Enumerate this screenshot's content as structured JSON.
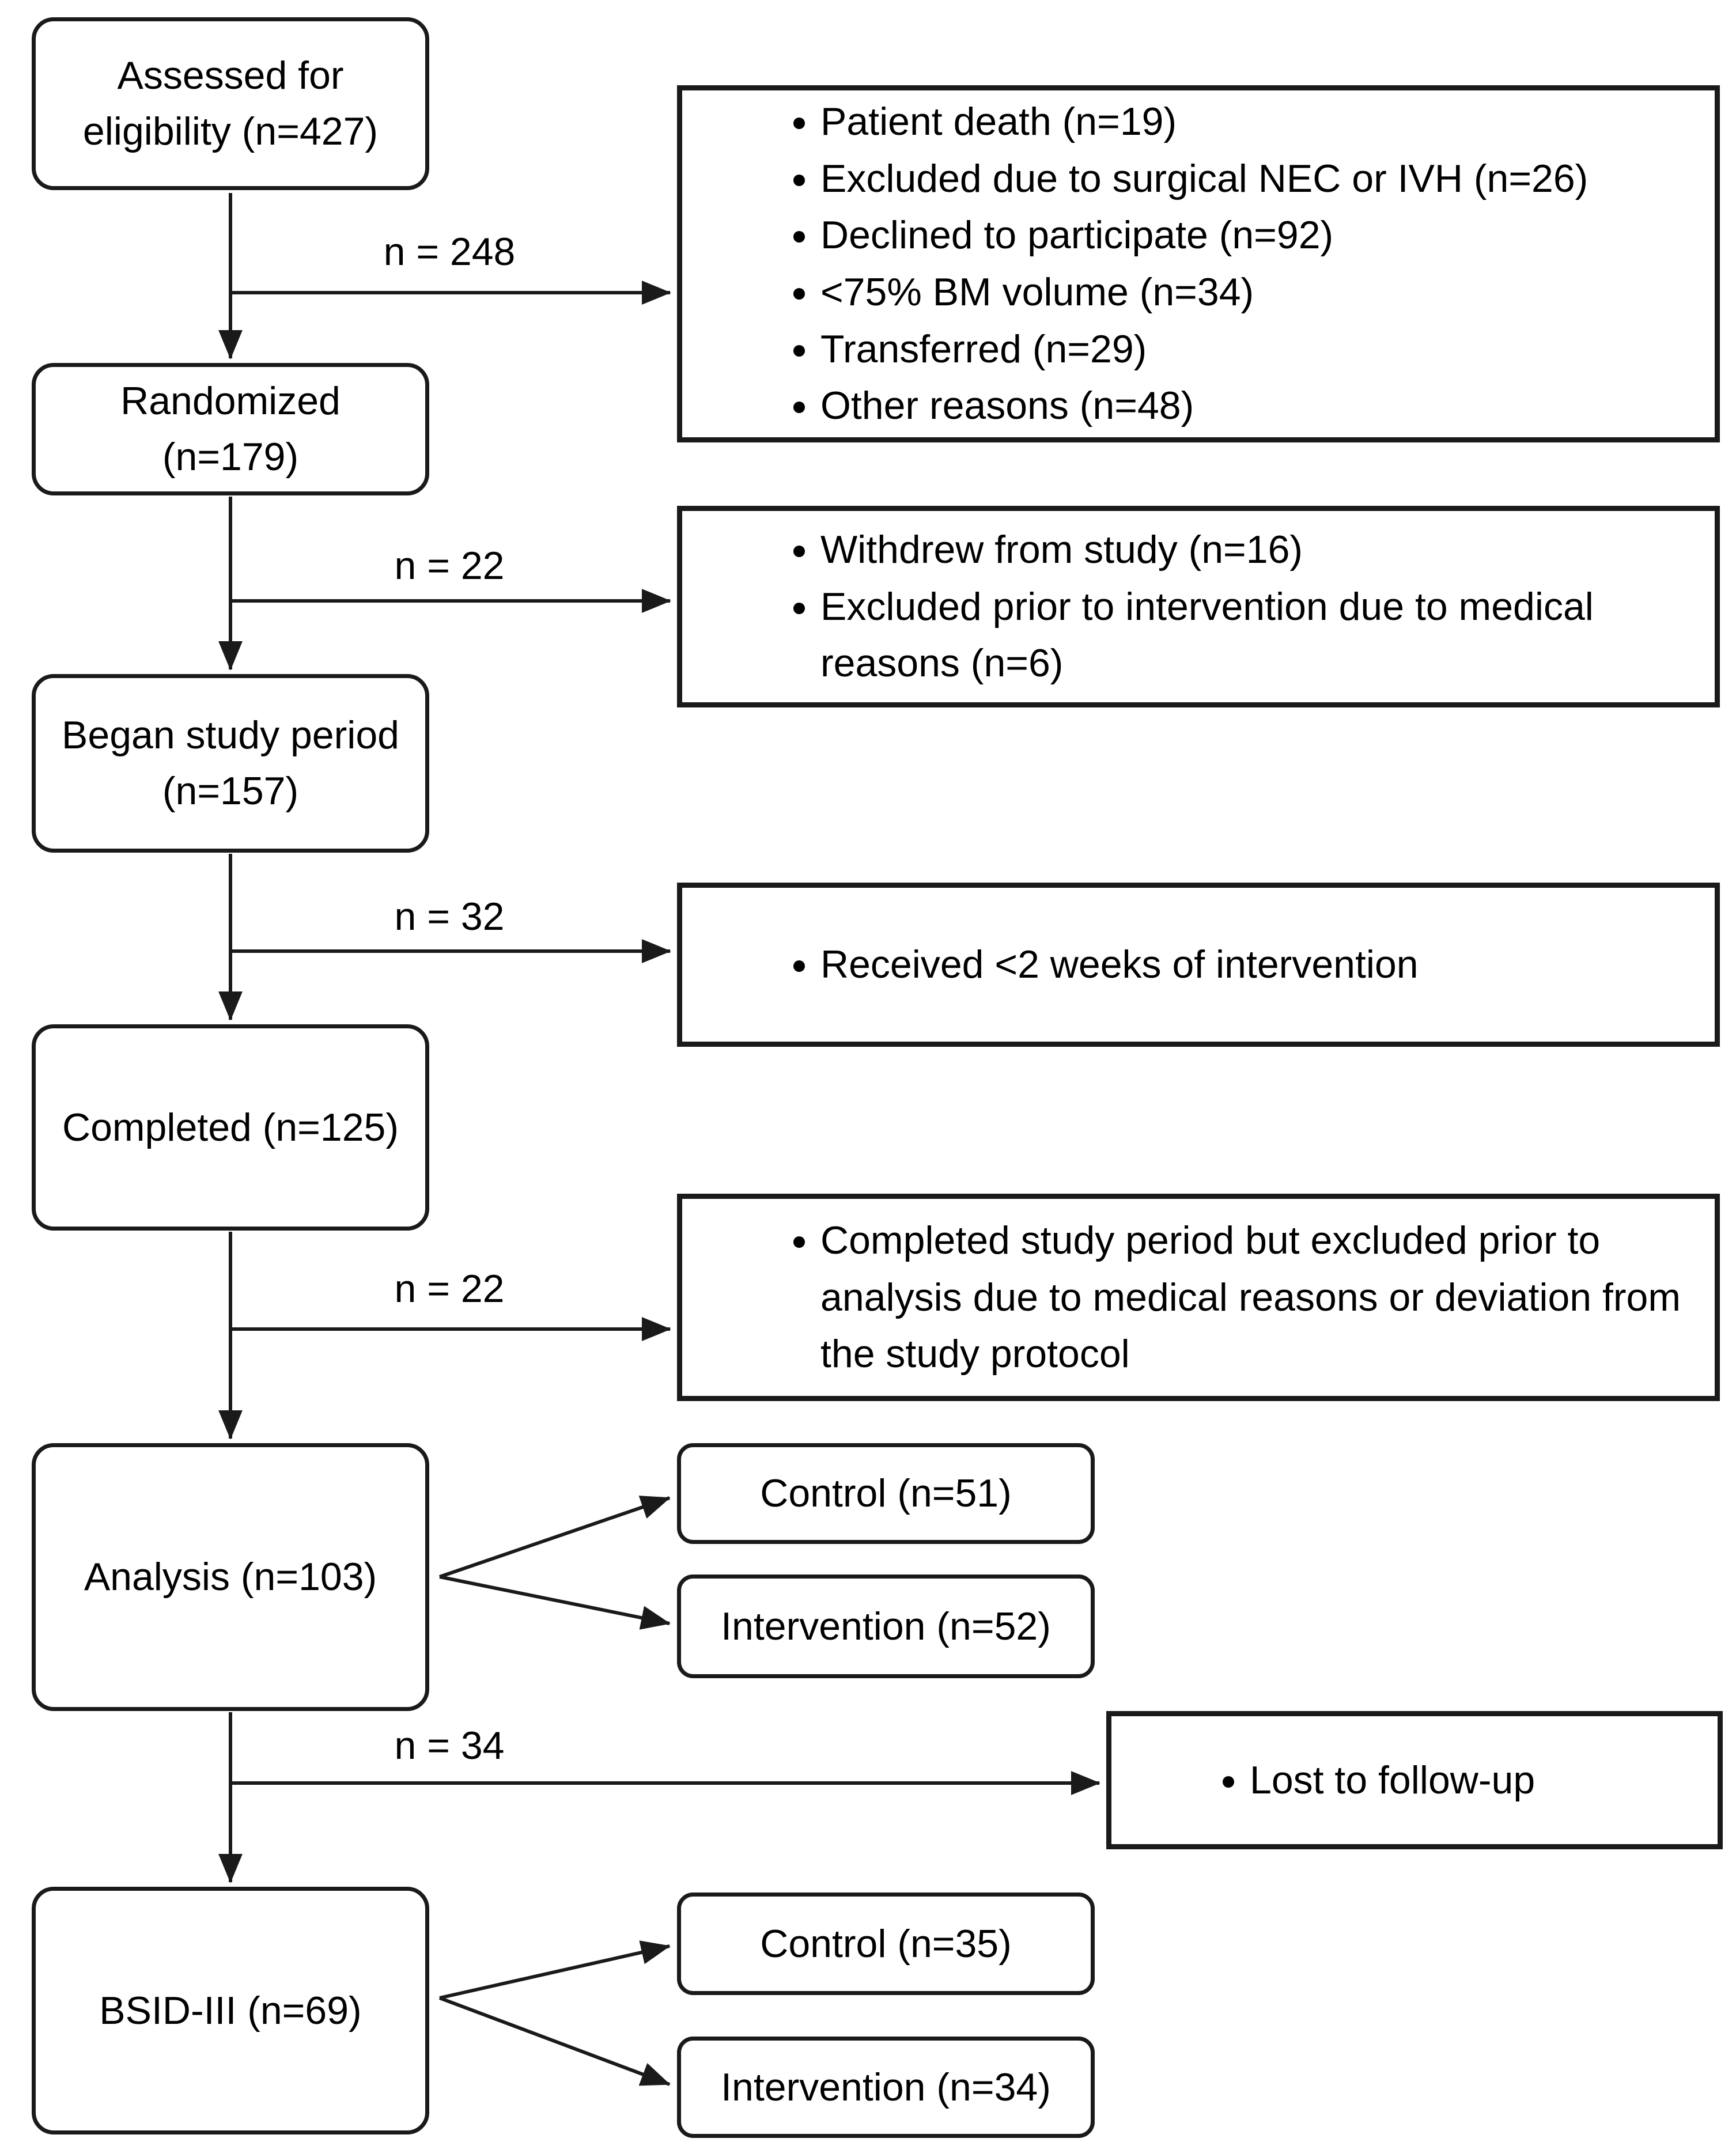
{
  "palette": {
    "line_color": "#1a1a1a",
    "text_color": "#000000",
    "background": "#ffffff"
  },
  "flow_boxes": [
    {
      "label": "Assessed for eligibility (n=427)"
    },
    {
      "label": "Randomized (n=179)"
    },
    {
      "label": "Began study period (n=157)"
    },
    {
      "label": "Completed (n=125)"
    },
    {
      "label": "Analysis (n=103)"
    },
    {
      "label": "BSID-III (n=69)"
    }
  ],
  "edge_labels": [
    {
      "label": "n = 248"
    },
    {
      "label": "n = 22"
    },
    {
      "label": "n = 32"
    },
    {
      "label": "n = 22"
    },
    {
      "label": "n = 34"
    }
  ],
  "exclusion_boxes": [
    {
      "items": [
        "Patient death (n=19)",
        "Excluded due to surgical NEC or IVH (n=26)",
        "Declined to participate (n=92)",
        "<75% BM volume (n=34)",
        "Transferred (n=29)",
        "Other reasons (n=48)"
      ]
    },
    {
      "items": [
        "Withdrew from study (n=16)",
        "Excluded prior to intervention due to medical reasons (n=6)"
      ]
    },
    {
      "items": [
        "Received <2 weeks of intervention"
      ]
    },
    {
      "items": [
        "Completed study period but excluded prior to analysis due to medical reasons or deviation from the study protocol"
      ]
    },
    {
      "items": [
        "Lost to follow-up"
      ]
    }
  ],
  "arm_boxes": [
    {
      "label": "Control (n=51)"
    },
    {
      "label": "Intervention (n=52)"
    },
    {
      "label": "Control (n=35)"
    },
    {
      "label": "Intervention (n=34)"
    }
  ]
}
